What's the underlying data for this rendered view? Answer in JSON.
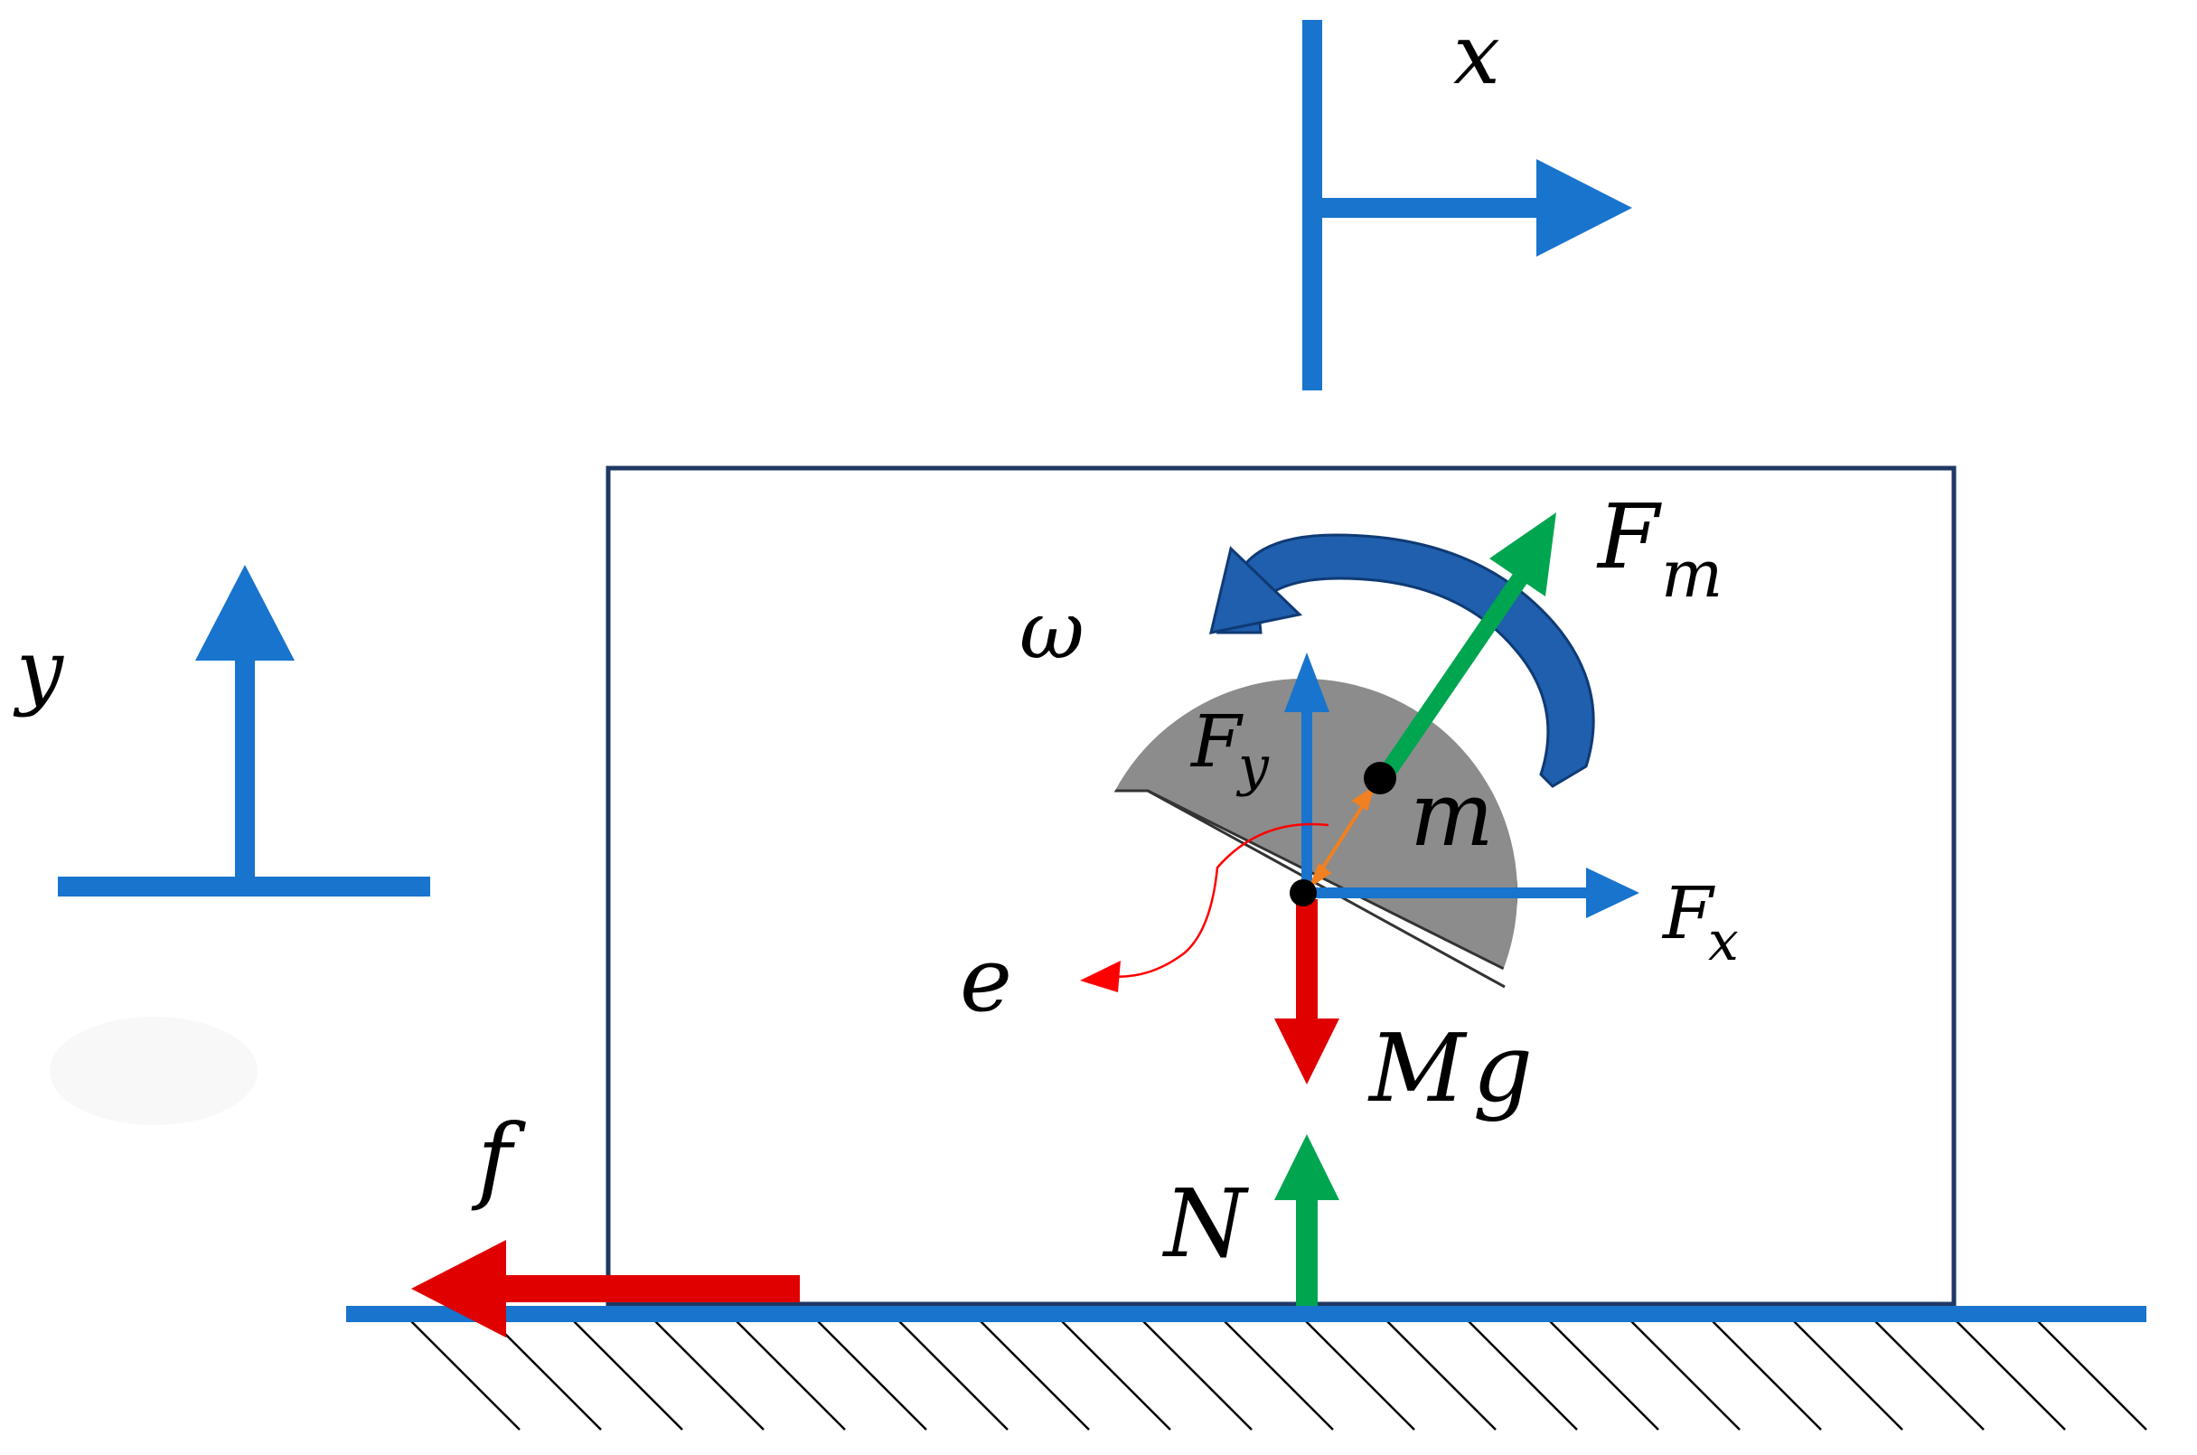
{
  "labels": {
    "x_axis": "x",
    "y_axis": "y",
    "omega": "ω",
    "fm_main": "F",
    "fm_sub": "m",
    "fy_main": "F",
    "fy_sub": "y",
    "fx_main": "F",
    "fx_sub": "x",
    "mass": "m",
    "eccentricity": "e",
    "weight": "Mg",
    "normal": "N",
    "friction": "f"
  },
  "colors": {
    "axis_blue": "#1874CD",
    "box_stroke": "#1F3864",
    "friction_red": "#E00000",
    "motor_force_green": "#00A550",
    "rotor_gray": "#8C8C8C",
    "omega_arrow": "#1F5FAD",
    "eccentric_orange": "#F08020",
    "eccentric_red": "#FF0000",
    "hatch": "#000000"
  }
}
